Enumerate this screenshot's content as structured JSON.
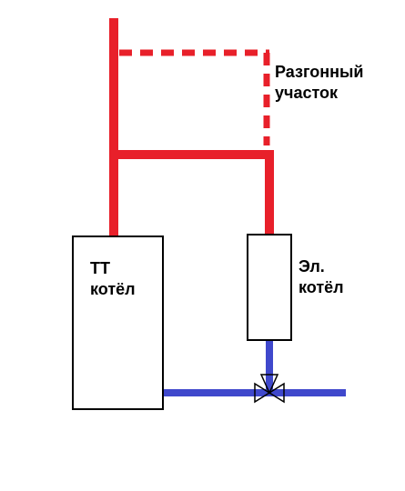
{
  "colors": {
    "supply_pipe": "#e8202a",
    "return_pipe": "#3f48cc",
    "outline": "#000000",
    "background": "#ffffff",
    "text": "#000000"
  },
  "labels": {
    "accel_section": [
      "Разгонный",
      "участок"
    ],
    "tt_boiler": [
      "ТТ",
      "котёл"
    ],
    "el_boiler": [
      "Эл.",
      "котёл"
    ]
  },
  "icons": {
    "valve": "three-way-valve-icon"
  }
}
